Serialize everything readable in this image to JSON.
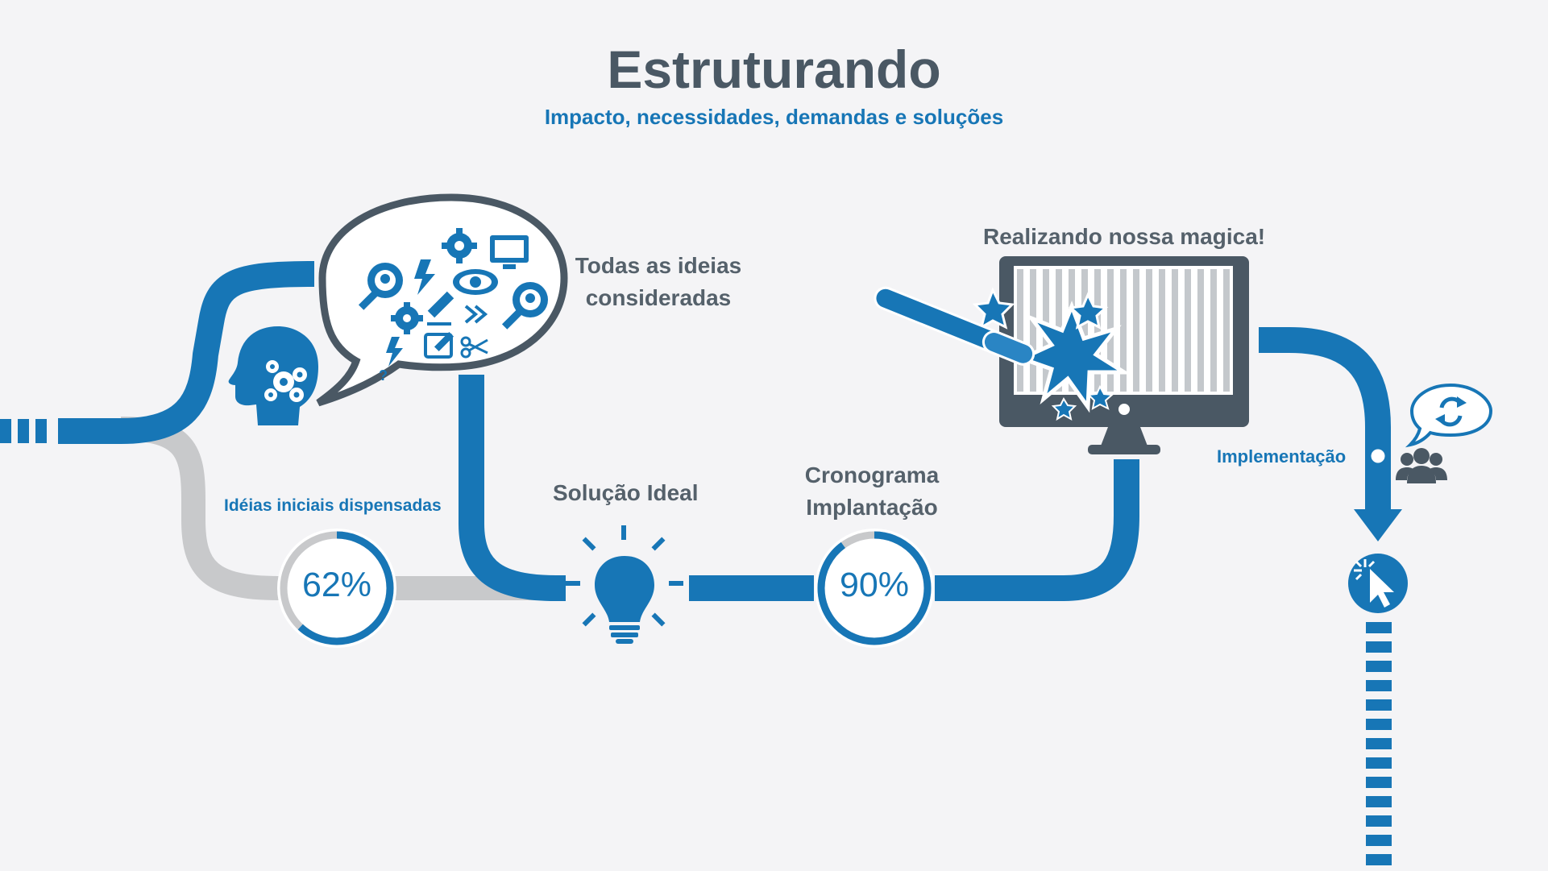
{
  "header": {
    "title": "Estruturando",
    "subtitle": "Impacto, necessidades, demandas e soluções"
  },
  "labels": {
    "ideas_considered": "Todas as ideias\nconsideradas",
    "discarded_ideas": "Idéias iniciais dispensadas",
    "ideal_solution": "Solução Ideal",
    "schedule": "Cronograma\nImplantação",
    "magic": "Realizando nossa magica!",
    "implementation": "Implementação"
  },
  "progress": {
    "discarded_ideas": {
      "label": "62%",
      "fraction": 0.62
    },
    "schedule": {
      "label": "90%",
      "fraction": 0.9
    }
  },
  "colors": {
    "primary_blue": "#1776b6",
    "dark_slate": "#4a5864",
    "light_grey_path": "#c8c9cb",
    "background": "#f4f4f6"
  },
  "icons": [
    "head-gears-icon",
    "speech-bubble-icon",
    "lightbulb-icon",
    "monitor-icon",
    "magic-wand-icon",
    "refresh-chat-icon",
    "users-icon",
    "click-icon",
    "arrow-down-icon"
  ]
}
